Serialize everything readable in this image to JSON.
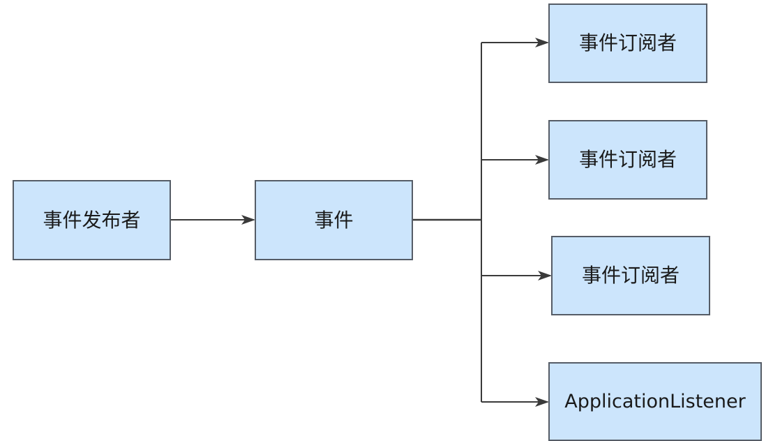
{
  "colors": {
    "node_fill": "#cce5fc",
    "node_border": "#555c66",
    "connector": "#3a3a3a"
  },
  "nodes": {
    "publisher": {
      "label": "事件发布者"
    },
    "event": {
      "label": "事件"
    },
    "subscriber_1": {
      "label": "事件订阅者"
    },
    "subscriber_2": {
      "label": "事件订阅者"
    },
    "subscriber_3": {
      "label": "事件订阅者"
    },
    "listener": {
      "label": "ApplicationListener"
    }
  }
}
